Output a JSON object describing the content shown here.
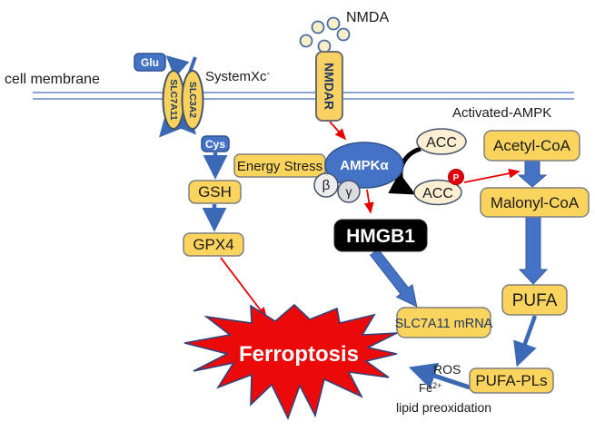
{
  "labels": {
    "nmda": "NMDA",
    "cell_membrane": "cell membrane",
    "system_xc_base": "SystemXc",
    "system_xc_sup": "-",
    "activated_ampk": "Activated-AMPK",
    "ros": "ROS",
    "fe_base": "Fe",
    "fe_sup": "2+",
    "lipid_preoxidation": "lipid preoxidation"
  },
  "receptor": {
    "name": "NMDAR",
    "ligand_count": 5
  },
  "transporter": {
    "left_subunit": "SLC7A11",
    "right_subunit": "SLC3A2",
    "export_cargo": "Glu",
    "import_cargo": "Cys"
  },
  "ampk": {
    "alpha": "AMPKα",
    "beta": "β",
    "gamma": "γ"
  },
  "acc": {
    "inactive": "ACC",
    "active": "ACC",
    "phospho": "P"
  },
  "nodes": {
    "energy_stress": "Energy Stress",
    "gsh": "GSH",
    "gpx4": "GPX4",
    "hmgb1": "HMGB1",
    "acetyl_coa": "Acetyl-CoA",
    "malonyl_coa": "Malonyl-CoA",
    "pufa": "PUFA",
    "pufa_pls": "PUFA-PLs",
    "slc7a11_mrna": "SLC7A11 mRNA",
    "ferroptosis": "Ferroptosis"
  },
  "colors": {
    "accent_blue": "#4472C4",
    "navy_border": "#2F528F",
    "box_yellow": "#FBD45E",
    "box_border_gray": "#7F7F7F",
    "arrow_blue": "#3C69B5",
    "arrow_red": "#E60000",
    "star_red": "#EA0A0A",
    "cream": "#FBEED3",
    "gray_circle": "#E4E4E8",
    "membrane_line": "#6687BE",
    "navy_text": "#1F3864",
    "black": "#000000"
  }
}
